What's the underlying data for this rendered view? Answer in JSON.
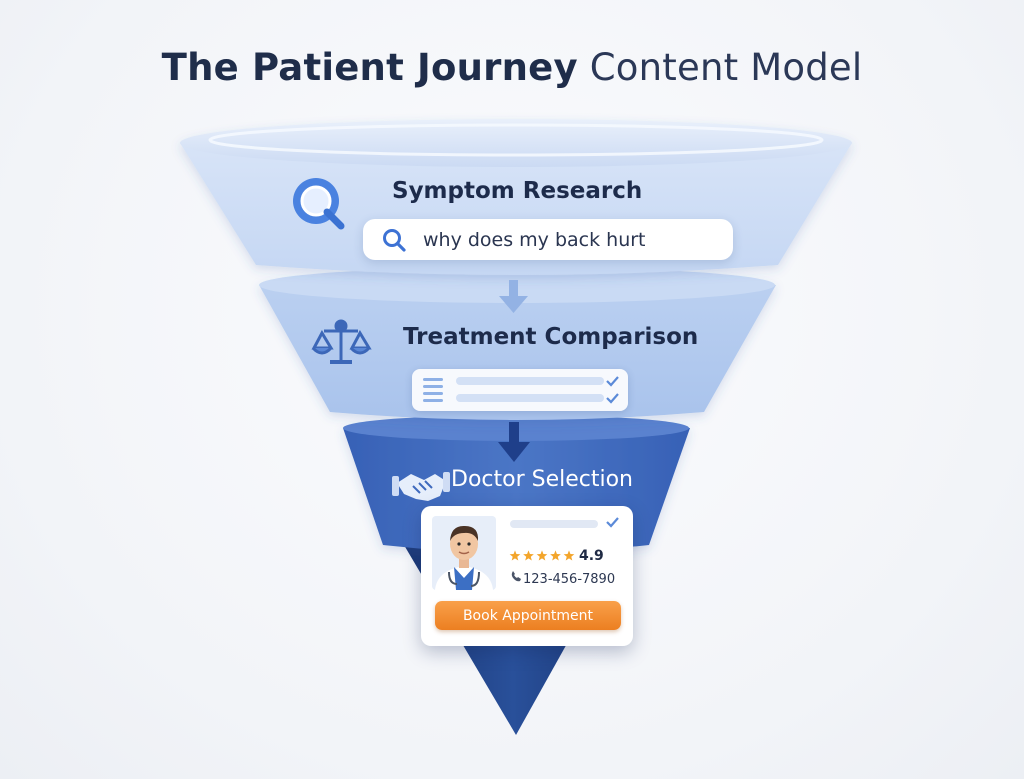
{
  "title": {
    "bold": "The Patient Journey",
    "light": "Content Model"
  },
  "stages": [
    {
      "label": "Symptom Research",
      "icon": "magnifier-icon"
    },
    {
      "label": "Treatment Comparison",
      "icon": "scales-icon"
    },
    {
      "label": "Doctor Selection",
      "icon": "handshake-icon"
    }
  ],
  "search": {
    "query": "why does my back hurt",
    "icon": "search-icon"
  },
  "doctor_card": {
    "rating": "4.9",
    "phone": "123-456-7890",
    "book_label": "Book Appointment",
    "stars": 5
  },
  "colors": {
    "tier1": "#d6e3f8",
    "tier2": "#b9cff1",
    "tier3": "#3e69bd",
    "tier4": "#1f3f83",
    "accent_orange": "#f08c2e",
    "star_gold": "#f3a52b",
    "title_text": "#1f2d4a"
  }
}
